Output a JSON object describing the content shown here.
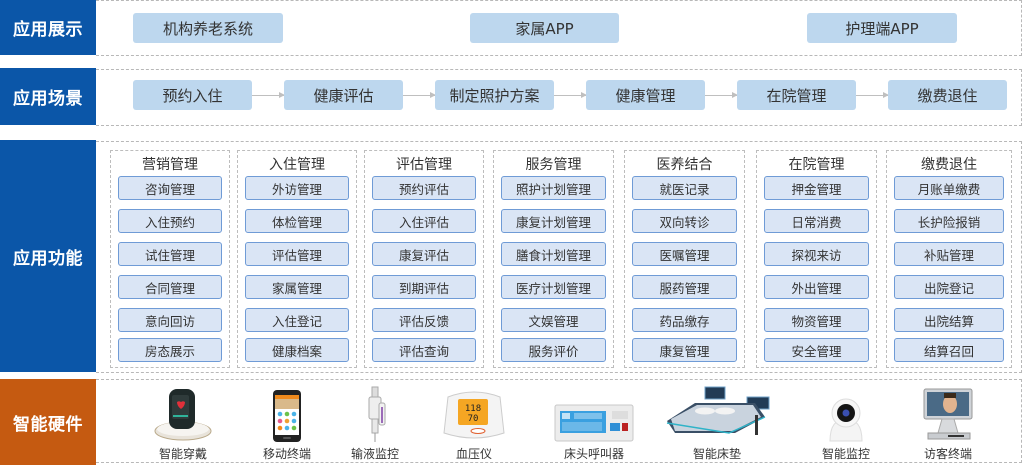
{
  "rows": {
    "display": {
      "label": "应用展示",
      "items": [
        "机构养老系统",
        "家属APP",
        "护理端APP"
      ]
    },
    "scenario": {
      "label": "应用场景",
      "steps": [
        "预约入住",
        "健康评估",
        "制定照护方案",
        "健康管理",
        "在院管理",
        "缴费退住"
      ]
    },
    "functions": {
      "label": "应用功能",
      "columns": [
        {
          "title": "营销管理",
          "items": [
            "咨询管理",
            "入住预约",
            "试住管理",
            "合同管理",
            "意向回访",
            "房态展示"
          ]
        },
        {
          "title": "入住管理",
          "items": [
            "外访管理",
            "体检管理",
            "评估管理",
            "家属管理",
            "入住登记",
            "健康档案"
          ]
        },
        {
          "title": "评估管理",
          "items": [
            "预约评估",
            "入住评估",
            "康复评估",
            "到期评估",
            "评估反馈",
            "评估查询"
          ]
        },
        {
          "title": "服务管理",
          "items": [
            "照护计划管理",
            "康复计划管理",
            "膳食计划管理",
            "医疗计划管理",
            "文娱管理",
            "服务评价"
          ]
        },
        {
          "title": "医养结合",
          "items": [
            "就医记录",
            "双向转诊",
            "医嘱管理",
            "服药管理",
            "药品缴存",
            "康复管理"
          ]
        },
        {
          "title": "在院管理",
          "items": [
            "押金管理",
            "日常消费",
            "探视来访",
            "外出管理",
            "物资管理",
            "安全管理"
          ]
        },
        {
          "title": "缴费退住",
          "items": [
            "月账单缴费",
            "长护险报销",
            "补贴管理",
            "出院登记",
            "出院结算",
            "结算召回"
          ]
        }
      ]
    },
    "hardware": {
      "label": "智能硬件",
      "devices": [
        {
          "label": "智能穿戴",
          "icon": "smart-band-icon"
        },
        {
          "label": "移动终端",
          "icon": "smartphone-icon"
        },
        {
          "label": "输液监控",
          "icon": "infusion-monitor-icon"
        },
        {
          "label": "血压仪",
          "icon": "blood-pressure-monitor-icon"
        },
        {
          "label": "床头呼叫器",
          "icon": "bedside-caller-icon"
        },
        {
          "label": "智能床垫",
          "icon": "smart-mattress-icon"
        },
        {
          "label": "智能监控",
          "icon": "security-camera-icon"
        },
        {
          "label": "访客终端",
          "icon": "visitor-kiosk-icon"
        }
      ]
    }
  },
  "colors": {
    "label_blue": "#0b56a8",
    "label_orange": "#c55a11",
    "pill_fill": "#bdd7ee",
    "fn_fill": "#dae5f5",
    "fn_border": "#6f9bd6"
  }
}
